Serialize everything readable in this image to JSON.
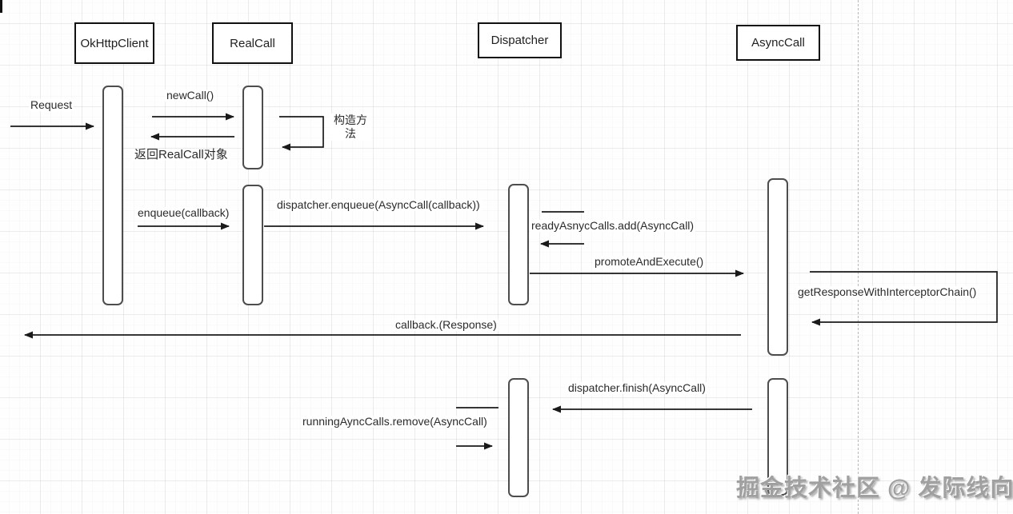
{
  "actors": [
    {
      "label": "OkHttpClient"
    },
    {
      "label": "RealCall"
    },
    {
      "label": "Dispatcher"
    },
    {
      "label": "AsyncCall"
    }
  ],
  "messages": {
    "request": "Request",
    "new_call": "newCall()",
    "return_realcall": "返回RealCall对象",
    "constructor": "构造方法",
    "enqueue": "enqueue(callback)",
    "dispatcher_enqueue": "dispatcher.enqueue(AsyncCall(callback))",
    "ready_add": "readyAsnycCalls.add(AsyncCall)",
    "promote": "promoteAndExecute()",
    "get_response": "getResponseWithInterceptorChain()",
    "callback_response": "callback.(Response)",
    "dispatcher_finish": "dispatcher.finish(AsyncCall)",
    "running_remove": "runningAyncCalls.remove(AsyncCall)"
  },
  "watermark": {
    "text": "掘金技术社区 @ 发际线向北"
  },
  "colors": {
    "background": "#fefefe",
    "line": "#1a1a1a",
    "box_border": "#111111",
    "bar_border": "#4d4d4d",
    "grid": "#ededed",
    "page_divider": "#b9b9b9",
    "watermark": "#a0a0a0"
  }
}
